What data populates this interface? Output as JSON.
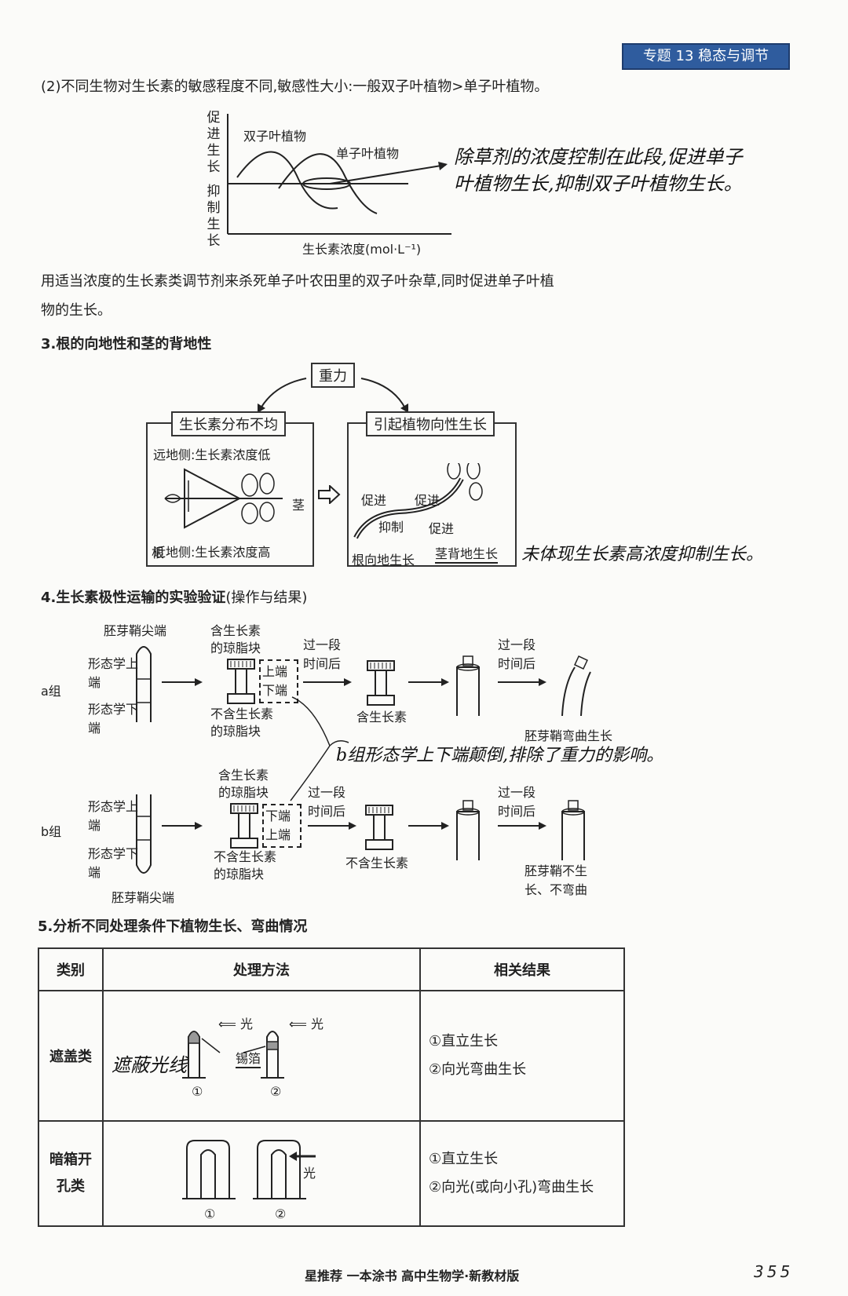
{
  "header": {
    "tag": "专题 13   稳态与调节"
  },
  "section2": {
    "text": "(2)不同生物对生长素的敏感程度不同,敏感性大小:一般双子叶植物>单子叶植物。",
    "graph": {
      "y_top_chars": [
        "促",
        "进",
        "生",
        "长"
      ],
      "y_bottom_chars": [
        "抑",
        "制",
        "生",
        "长"
      ],
      "curve1": "双子叶植物",
      "curve2": "单子叶植物",
      "xlabel": "生长素浓度(mol·L⁻¹)"
    },
    "note_line1": "除草剂的浓度控制在此段,促进单子",
    "note_line2": "叶植物生长,抑制双子叶植物生长。",
    "para1": "用适当浓度的生长素类调节剂来杀死单子叶农田里的双子叶杂草,同时促进单子叶植",
    "para2": "物的生长。"
  },
  "section3": {
    "title": "3.根的向地性和茎的背地性",
    "gravity": "重力",
    "left_title": "生长素分布不均",
    "far_side": "远地侧:生长素浓度低",
    "near_side": "近地侧:生长素浓度高",
    "root": "根",
    "stem": "茎",
    "right_title": "引起植物向性生长",
    "promote": "促进",
    "inhibit": "抑制",
    "root_geo": "根向地生长",
    "stem_geo": "茎背地生长",
    "note": "未体现生长素高浓度抑制生长。"
  },
  "section4": {
    "title": "4.生长素极性运输的实验验证",
    "title_sub": "(操作与结果)",
    "group_a": "a组",
    "group_b": "b组",
    "tip": "胚芽鞘尖端",
    "morph_upper": "形态学上端",
    "morph_lower": "形态学下端",
    "agar_with_l1": "含生长素",
    "agar_with_l2": "的琼脂块",
    "agar_without_l1": "不含生长素",
    "agar_without_l2": "的琼脂块",
    "upper_end": "上端",
    "lower_end": "下端",
    "after_time_l1": "过一段",
    "after_time_l2": "时间后",
    "contains": "含生长素",
    "not_contains": "不含生长素",
    "result_a": "胚芽鞘弯曲生长",
    "result_b_l1": "胚芽鞘不生",
    "result_b_l2": "长、不弯曲",
    "note": "b组形态学上下端颠倒,排除了重力的影响。"
  },
  "section5": {
    "title": "5.分析不同处理条件下植物生长、弯曲情况",
    "headers": [
      "类别",
      "处理方法",
      "相关结果"
    ],
    "row1": {
      "category": "遮盖类",
      "hand": "遮蔽光线",
      "light": "光",
      "foil": "锡箔",
      "n1": "①",
      "n2": "②",
      "result1": "①直立生长",
      "result2": "②向光弯曲生长"
    },
    "row2": {
      "category_l1": "暗箱开",
      "category_l2": "孔类",
      "light": "光",
      "n1": "①",
      "n2": "②",
      "result1": "①直立生长",
      "result2": "②向光(或向小孔)弯曲生长"
    }
  },
  "footer": {
    "text": "星推荐  一本涂书  高中生物学·新教材版",
    "page": "355"
  }
}
